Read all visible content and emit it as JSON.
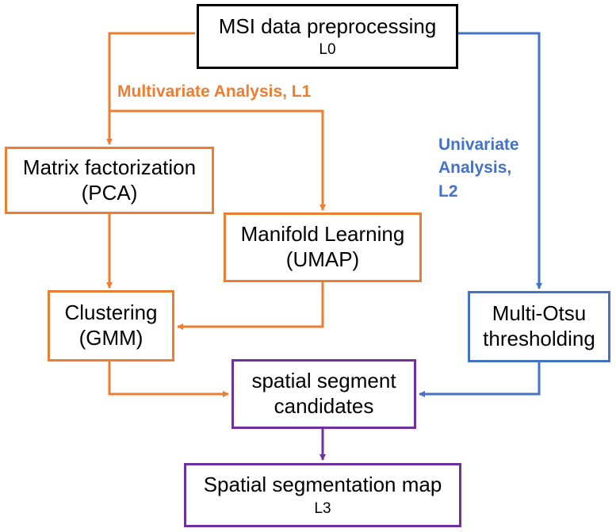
{
  "colors": {
    "orange": "#ED7D31",
    "blue": "#4472C4",
    "purple": "#7030A0",
    "black": "#000000"
  },
  "nodes": {
    "preprocessing": {
      "line1": "MSI data preprocessing",
      "line2": "L0"
    },
    "matrix_factorization": {
      "line1": "Matrix factorization",
      "line2": "(PCA)"
    },
    "manifold_learning": {
      "line1": "Manifold Learning",
      "line2": "(UMAP)"
    },
    "clustering": {
      "line1": "Clustering",
      "line2": "(GMM)"
    },
    "multi_otsu": {
      "line1": "Multi-Otsu",
      "line2": "thresholding"
    },
    "candidates": {
      "line1": "spatial segment",
      "line2": "candidates"
    },
    "segmentation_map": {
      "line1": "Spatial segmentation map",
      "line2": "L3"
    }
  },
  "labels": {
    "multivariate": "Multivariate Analysis, L1",
    "univariate": [
      "Univariate",
      "Analysis,",
      "L2"
    ]
  },
  "edges": [
    {
      "from": "MSI data preprocessing",
      "to": "Matrix factorization (PCA)",
      "color": "orange"
    },
    {
      "from": "MSI data preprocessing",
      "to": "Manifold Learning (UMAP)",
      "color": "orange"
    },
    {
      "from": "MSI data preprocessing",
      "to": "Multi-Otsu thresholding",
      "color": "blue"
    },
    {
      "from": "Matrix factorization (PCA)",
      "to": "Clustering (GMM)",
      "color": "orange"
    },
    {
      "from": "Manifold Learning (UMAP)",
      "to": "Clustering (GMM)",
      "color": "orange"
    },
    {
      "from": "Clustering (GMM)",
      "to": "spatial segment candidates",
      "color": "orange"
    },
    {
      "from": "Multi-Otsu thresholding",
      "to": "spatial segment candidates",
      "color": "blue"
    },
    {
      "from": "spatial segment candidates",
      "to": "Spatial segmentation map L3",
      "color": "purple"
    }
  ]
}
